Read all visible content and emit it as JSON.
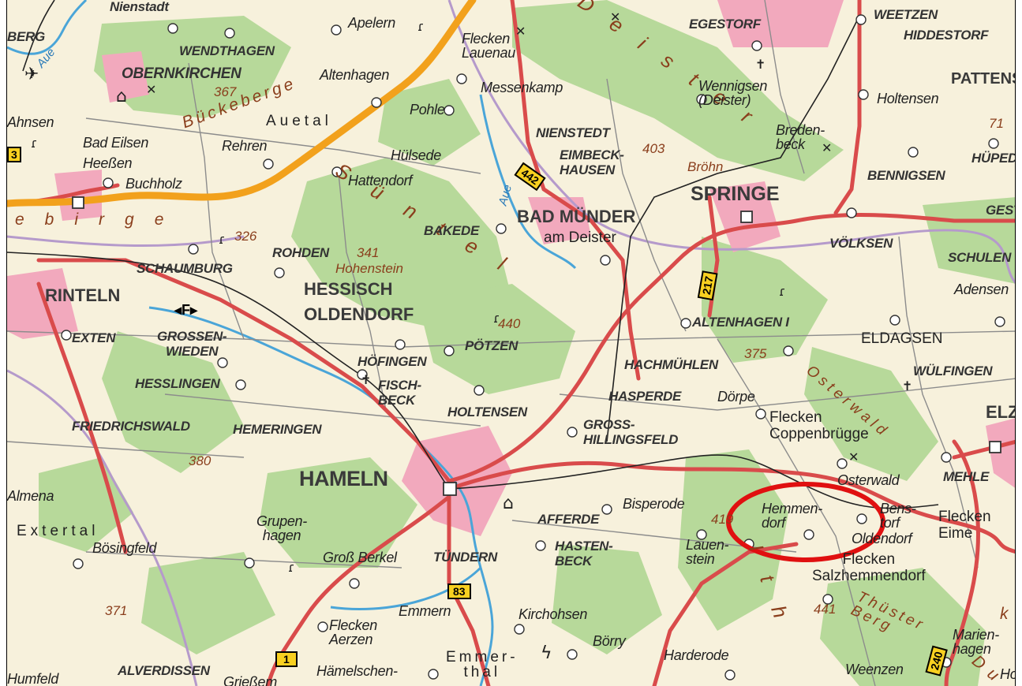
{
  "map": {
    "places": {
      "nienstadt": "Nienstadt",
      "bergen": "BERG",
      "apelern": "Apelern",
      "flecken_lauenau": "Flecken\nLauenau",
      "egestorf": "EGESTORF",
      "weetzen": "WEETZEN",
      "hiddestorf": "HIDDESTORF",
      "wendthagen": "WENDTHAGEN",
      "obernkirchen": "OBERNKIRCHEN",
      "altenhagen": "Altenhagen",
      "messenkamp": "Messenkamp",
      "wennigsen": "Wennigsen\n(Deister)",
      "pattensen": "PATTENSE",
      "holtensen_n": "Holtensen",
      "ahnsen": "Ahnsen",
      "pohle": "Pohle",
      "auetal": "Auetal",
      "bad_eilsen": "Bad Eilsen",
      "heessen": "Heeßen",
      "rehren": "Rehren",
      "huelsede": "Hülsede",
      "nienstedt": "NIENSTEDT",
      "bredenbeck": "Breden-\nbeck",
      "huepede": "HÜPED",
      "buchholz": "Buchholz",
      "hattendorf": "Hattendorf",
      "eimbeckhausen": "EIMBECK-\nHAUSEN",
      "springe": "SPRINGE",
      "bennigsen": "BENNIGSEN",
      "bad_muender": "BAD MÜNDER",
      "am_deister": "am Deister",
      "gestorf": "GEST",
      "bakede": "BAKEDE",
      "rohden": "ROHDEN",
      "voelksen": "VÖLKSEN",
      "schaumburg": "SCHAUMBURG",
      "hohenstein": "Hohenstein",
      "schulenburg": "SCHULEN",
      "rinteln": "RINTELN",
      "hessisch": "HESSISCH",
      "oldendorf": "OLDENDORF",
      "adensen": "Adensen",
      "altenhagen_i": "ALTENHAGEN I",
      "exten": "EXTEN",
      "grossenwieden": "GROSSEN-\nWIEDEN",
      "poetzen": "PÖTZEN",
      "eldagsen": "ELDAGSEN",
      "hoefingen": "HÖFINGEN",
      "hachmuehlen": "HACHMÜHLEN",
      "wuelfingen": "WÜLFINGEN",
      "hesslingen": "HESSLINGEN",
      "fischbeck": "FISCH-\nBECK",
      "hasperde": "HASPERDE",
      "doerpe": "Dörpe",
      "elze": "ELZE",
      "friedrichswald": "FRIEDRICHSWALD",
      "hemeringen": "HEMERINGEN",
      "holtensen_s": "HOLTENSEN",
      "gross_hillingsfeld": "GROSS-\nHILLINGSFELD",
      "flecken_coppenbruegge": "Flecken\nCoppenbrügge",
      "hameln": "HAMELN",
      "osterwald": "Osterwald",
      "mehle": "MEHLE",
      "almena": "Almena",
      "bisperode": "Bisperode",
      "hemmendorf": "Hemmen-\ndorf",
      "benstorf": "Bens-\ntorf",
      "flecken_eime": "Flecken\nEime",
      "extertal": "Extertal",
      "grupenhagen": "Grupen-\nhagen",
      "afferde": "AFFERDE",
      "oldendorf_s": "Oldendorf",
      "boesingfeld": "Bösingfeld",
      "gross_berkel": "Groß Berkel",
      "tuendern": "TÜNDERN",
      "hastenbeck": "HASTEN-\nBECK",
      "lauenstein": "Lauen-\nstein",
      "flecken_salzhemmendorf": "Flecken\nSalzhemmendorf",
      "emmern": "Emmern",
      "kirchohsen": "Kirchohsen",
      "flecken_aerzen": "Flecken\nAerzen",
      "boerry": "Börry",
      "harderode": "Harderode",
      "marienhagen": "Marien-\nhagen",
      "weenzen": "Weenzen",
      "humfeld": "Humfeld",
      "alverdissen": "ALVERDISSEN",
      "griessem": "Grießem",
      "haemelschenburg": "Hämelschen-",
      "emmerthal": "Emmer-\nthal",
      "ho": "Ho"
    },
    "hills": {
      "bueckeberge": "Bückeberge",
      "berge": "ebirge",
      "suentel": "Süntel",
      "deister": "Deister",
      "osterwald_ridge": "Osterwald",
      "ith": "Ith",
      "thuester_berg": "Thüster\nBerg",
      "du": "Du",
      "k": "k"
    },
    "elevations": {
      "e367": "367",
      "e403": "403",
      "e326": "326",
      "e341": "341",
      "e440": "440",
      "e375": "375",
      "e380": "380",
      "e419": "419",
      "e371": "371",
      "e441": "441",
      "e71": "71",
      "broehn": "Bröhn"
    },
    "roads": {
      "r442": "442",
      "r217": "217",
      "r83": "83",
      "r1": "1",
      "r240": "240",
      "r3": "3"
    },
    "rivers": {
      "aue_w": "Aue",
      "aue_c": "Aue"
    },
    "poi": {
      "airfield_label": "F"
    },
    "highlight": {
      "shape": "ellipse",
      "color": "#e01010",
      "target": "Hemmendorf"
    },
    "colors": {
      "background": "#f7f1dc",
      "forest": "#b7d99a",
      "urban": "#f2a9bd",
      "main_road": "#d94b4b",
      "motorway": "#f2a11c",
      "water": "#4aa5d8",
      "border": "#b59acb",
      "rail": "#222222"
    }
  }
}
